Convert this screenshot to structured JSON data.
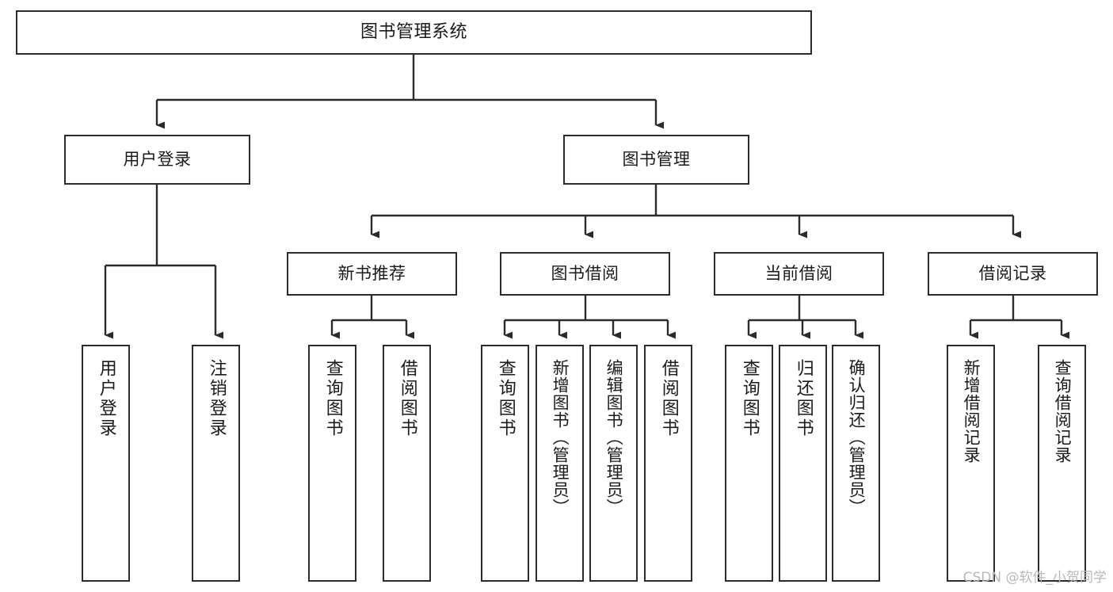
{
  "diagram": {
    "type": "tree-hierarchy",
    "title": "图书管理系统",
    "watermark": "CSDN @软件_小贺同学",
    "colors": {
      "background": "#ffffff",
      "box_border": "#2b2b2b",
      "box_fill": "#ffffff",
      "connector": "#2b2b2b",
      "text": "#1a1a1a",
      "watermark": "#b9b9b9"
    },
    "nodes": {
      "root": {
        "label": "图书管理系统"
      },
      "level2": [
        {
          "label": "用户登录"
        },
        {
          "label": "图书管理"
        }
      ],
      "level3": [
        {
          "label": "新书推荐"
        },
        {
          "label": "图书借阅"
        },
        {
          "label": "当前借阅"
        },
        {
          "label": "借阅记录"
        }
      ],
      "leaves": {
        "user_login": [
          {
            "label": "用户登录"
          },
          {
            "label": "注销登录"
          }
        ],
        "new_book_recommend": [
          {
            "label": "查询图书"
          },
          {
            "label": "借阅图书"
          }
        ],
        "book_borrow": [
          {
            "label": "查询图书"
          },
          {
            "label": "新增图书（管理员）"
          },
          {
            "label": "编辑图书（管理员）"
          },
          {
            "label": "借阅图书"
          }
        ],
        "current_borrow": [
          {
            "label": "查询图书"
          },
          {
            "label": "归还图书"
          },
          {
            "label": "确认归还（管理员）"
          }
        ],
        "borrow_record": [
          {
            "label": "新增借阅记录"
          },
          {
            "label": "查询借阅记录"
          }
        ]
      }
    }
  }
}
